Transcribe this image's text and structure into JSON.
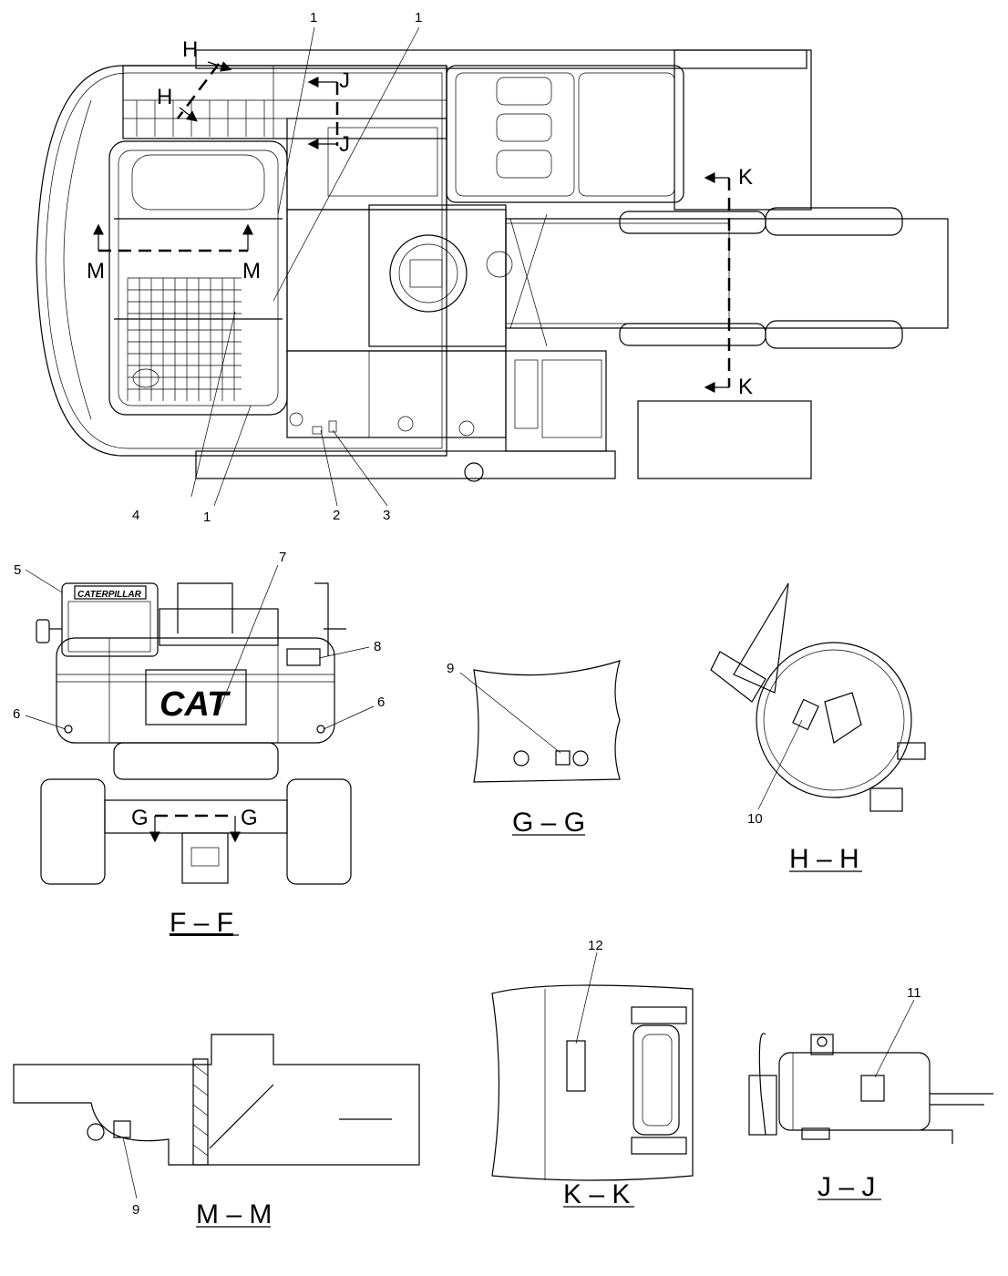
{
  "callouts": {
    "c1a": "1",
    "c1b": "1",
    "c1c": "1",
    "c2": "2",
    "c3": "3",
    "c4": "4",
    "c5": "5",
    "c6a": "6",
    "c6b": "6",
    "c7": "7",
    "c8": "8",
    "c9a": "9",
    "c9b": "9",
    "c10": "10",
    "c11": "11",
    "c12": "12"
  },
  "section_markers": {
    "h1": "H",
    "h2": "H",
    "j1": "J",
    "j2": "J",
    "k1": "K",
    "k2": "K",
    "m1": "M",
    "m2": "M",
    "g1": "G",
    "g2": "G"
  },
  "view_titles": {
    "ff": "F – F",
    "gg": "G – G",
    "hh": "H – H",
    "mm": "M – M",
    "kk": "K – K",
    "jj": "J – J"
  },
  "logos": {
    "caterpillar": "CATERPILLAR",
    "cat": "CAT"
  }
}
